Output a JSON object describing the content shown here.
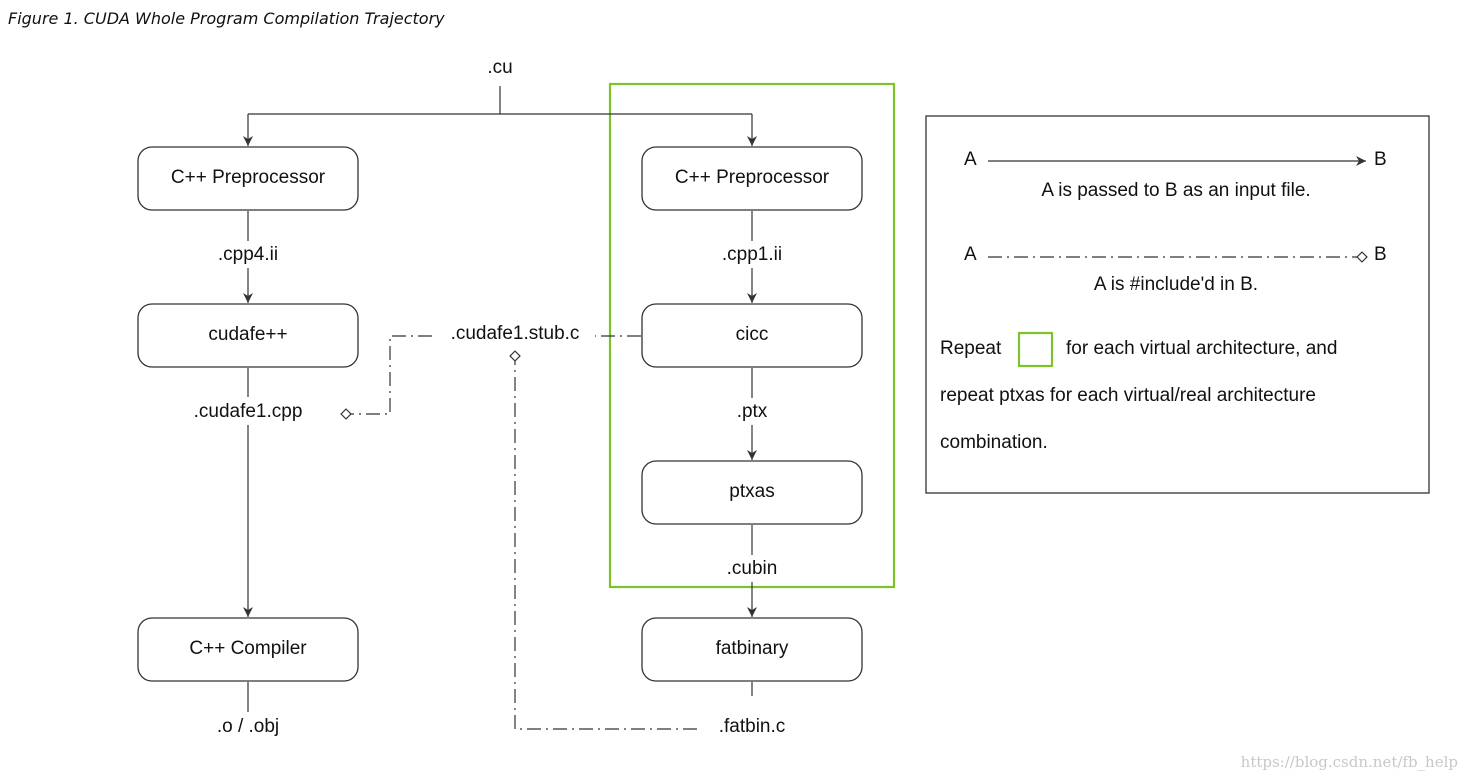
{
  "caption": "Figure 1. CUDA Whole Program Compilation Trajectory",
  "colors": {
    "repeat_box": "#7cc428",
    "line": "#333333"
  },
  "nodes": {
    "host_preprocessor": "C++ Preprocessor",
    "cudafe": "cudafe++",
    "cpp_compiler": "C++ Compiler",
    "device_preprocessor": "C++ Preprocessor",
    "cicc": "cicc",
    "ptxas": "ptxas",
    "fatbinary": "fatbinary"
  },
  "files": {
    "cu": ".cu",
    "cpp4": ".cpp4.ii",
    "cudafe1_cpp": ".cudafe1.cpp",
    "obj": ".o / .obj",
    "stub": ".cudafe1.stub.c",
    "cpp1": ".cpp1.ii",
    "ptx": ".ptx",
    "cubin": ".cubin",
    "fatbin_c": ".fatbin.c"
  },
  "legend": {
    "a": "A",
    "b": "B",
    "input_desc": "A is passed to B as an input file.",
    "include_desc": "A is #include'd in B.",
    "repeat_pre": "Repeat",
    "repeat_post": "for each virtual architecture, and",
    "repeat_line2": "repeat ptxas for each virtual/real architecture",
    "repeat_line3": "combination."
  },
  "watermark": "https://blog.csdn.net/fb_help"
}
